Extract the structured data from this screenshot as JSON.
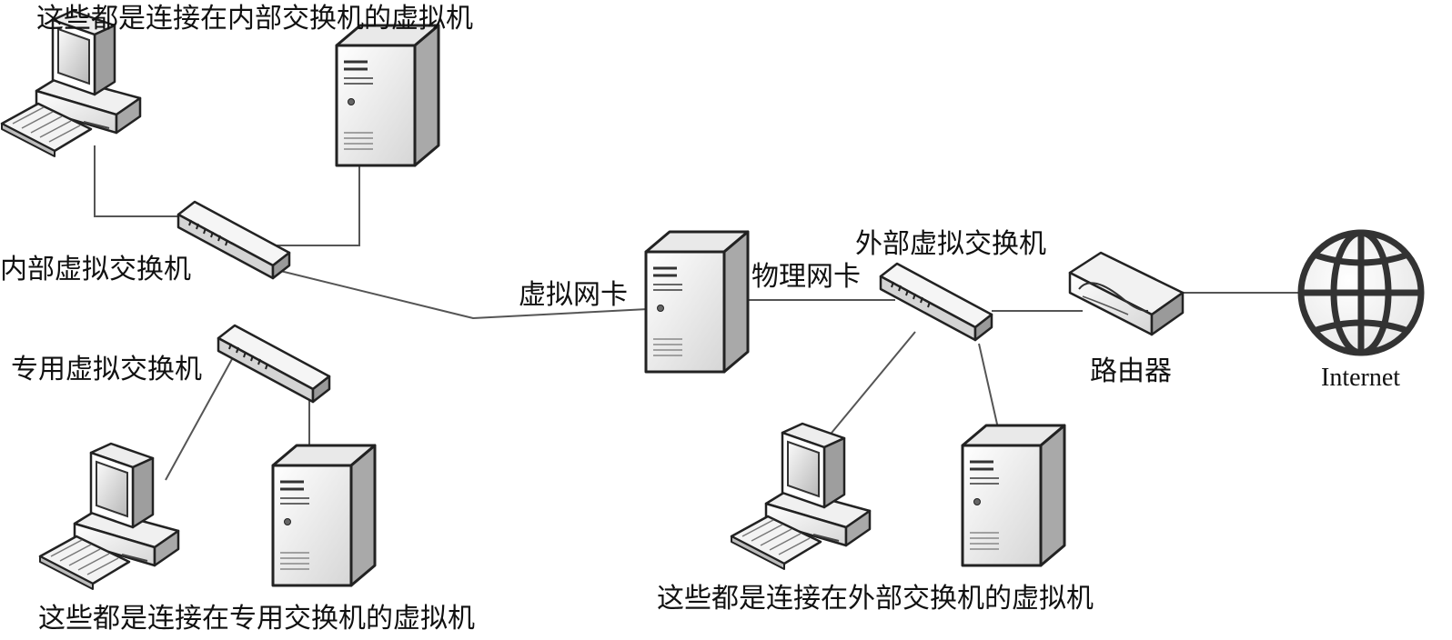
{
  "labels": {
    "internal_vms_caption": "这些都是连接在内部交换机的虚拟机",
    "internal_switch": "内部虚拟交换机",
    "private_switch": "专用虚拟交换机",
    "private_vms_caption": "这些都是连接在专用交换机的虚拟机",
    "virtual_nic": "虚拟网卡",
    "physical_nic": "物理网卡",
    "external_switch": "外部虚拟交换机",
    "router": "路由器",
    "internet": "Internet",
    "external_vms_caption": "这些都是连接在外部交换机的虚拟机"
  }
}
